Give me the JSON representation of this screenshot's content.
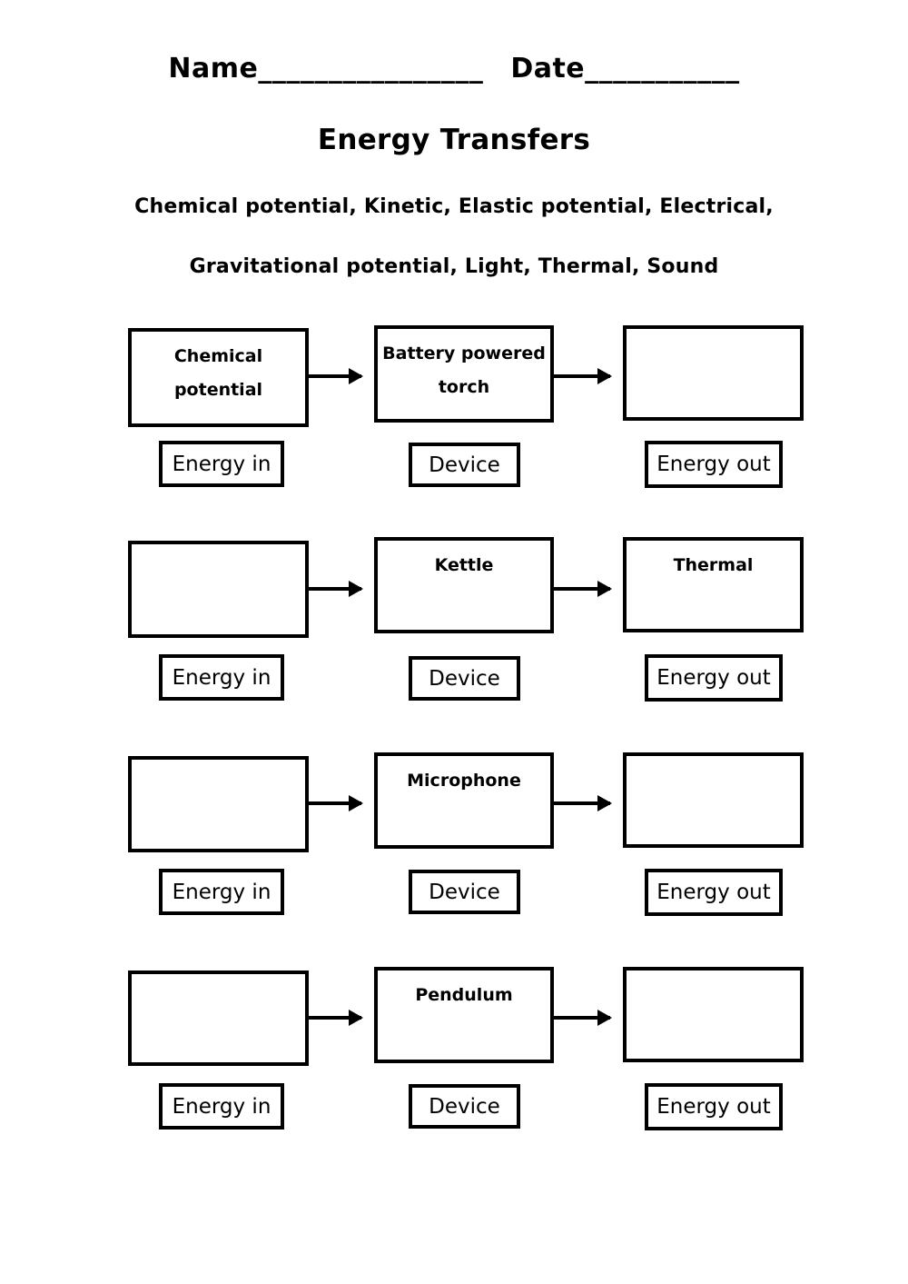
{
  "header": {
    "name_label": "Name",
    "name_blank": "________________",
    "date_label": "Date",
    "date_blank": "___________",
    "title": "Energy Transfers"
  },
  "energy_types": {
    "line1": "Chemical potential, Kinetic, Elastic potential, Electrical,",
    "line2": "Gravitational potential, Light, Thermal, Sound",
    "items": [
      "Chemical potential",
      "Kinetic",
      "Elastic potential",
      "Electrical",
      "Gravitational potential",
      "Light",
      "Thermal",
      "Sound"
    ]
  },
  "column_labels": {
    "energy_in": "Energy in",
    "device": "Device",
    "energy_out": "Energy out"
  },
  "rows": [
    {
      "energy_in": "Chemical\npotential",
      "device": "Battery powered\ntorch",
      "energy_out": "",
      "label_in": "Energy in",
      "label_device": "Device",
      "label_out": "Energy out"
    },
    {
      "energy_in": "",
      "device": "Kettle",
      "energy_out": "Thermal",
      "label_in": "Energy in",
      "label_device": "Device",
      "label_out": "Energy out"
    },
    {
      "energy_in": "",
      "device": "Microphone",
      "energy_out": "",
      "label_in": "Energy in",
      "label_device": "Device",
      "label_out": "Energy out"
    },
    {
      "energy_in": "",
      "device": "Pendulum",
      "energy_out": "",
      "label_in": "Energy in",
      "label_device": "Device",
      "label_out": "Energy out"
    }
  ],
  "colors": {
    "ink": "#000000",
    "paper": "#ffffff"
  }
}
